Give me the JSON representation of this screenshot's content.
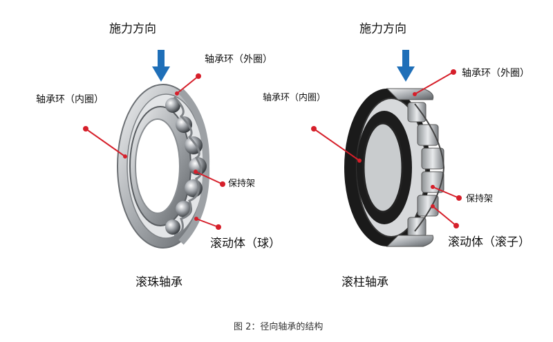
{
  "left": {
    "force_label": "施力方向",
    "outer_ring_label": "轴承环（外圈）",
    "inner_ring_label": "轴承环（内圈）",
    "cage_label": "保持架",
    "rolling_element_label": "滚动体（球）",
    "bearing_name": "滚珠轴承"
  },
  "right": {
    "force_label": "施力方向",
    "outer_ring_label": "轴承环（外圈）",
    "inner_ring_label": "轴承环（内圈）",
    "cage_label": "保持架",
    "rolling_element_label": "滚动体（滚子）",
    "bearing_name": "滚柱轴承"
  },
  "caption": "图 2：径向轴承的结构",
  "colors": {
    "arrow": "#1f6fb8",
    "leader": "#d61f2a",
    "steel": "#b9bcc0",
    "dark_ring": "#1a1a1a"
  }
}
